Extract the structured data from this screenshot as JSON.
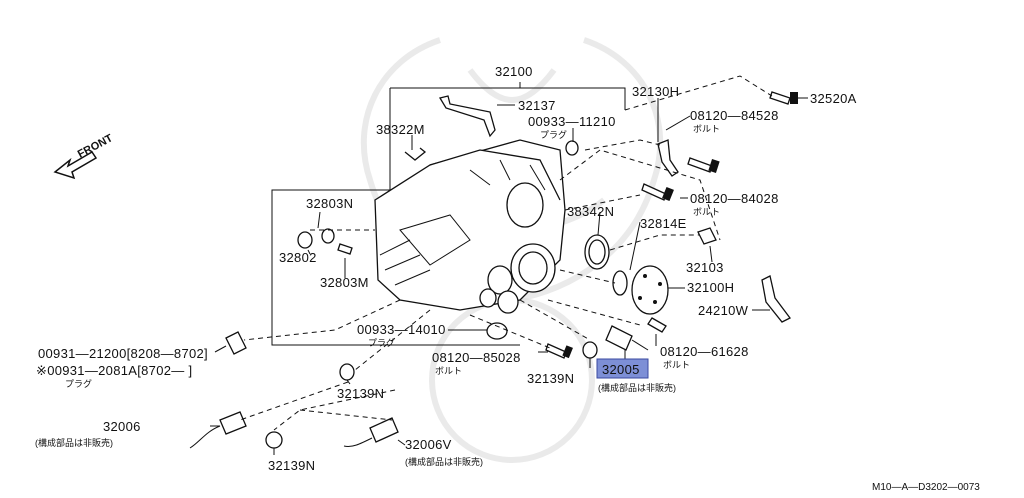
{
  "front_label": "FRONT",
  "diagram_code": "M10—A—D3202—0073",
  "labels": {
    "p32100": "32100",
    "p32137": "32137",
    "p38322M": "38322M",
    "p00933_11210": "00933—11210",
    "p00933_11210_sub": "プラグ",
    "p32130H": "32130H",
    "p08120_84528": "08120—84528",
    "p08120_84528_sub": "ボルト",
    "p32520A": "32520A",
    "p08120_84028": "08120—84028",
    "p08120_84028_sub": "ボルト",
    "p38342N": "38342N",
    "p32814E": "32814E",
    "p32103": "32103",
    "p32803N_top": "32803N",
    "p32802": "32802",
    "p32803M": "32803M",
    "p32100H": "32100H",
    "p24210W": "24210W",
    "p00933_14010": "00933—14010",
    "p00933_14010_sub": "プラグ",
    "p08120_85028": "08120—85028",
    "p08120_85028_sub": "ボルト",
    "p08120_61628": "08120—61628",
    "p08120_61628_sub": "ボルト",
    "p32139N_right": "32139N",
    "p32005": "32005",
    "p32005_sub": "(構成部品は非販売)",
    "p00931_21200": "00931—21200[8208—8702]",
    "p00931_2081A": "※00931—2081A[8702—      ]",
    "p00931_2081A_sub": "プラグ",
    "p32139N_mid": "32139N",
    "p32006": "32006",
    "p32006_sub": "(構成部品は非販売)",
    "p32006V": "32006V",
    "p32006V_sub": "(構成部品は非販売)",
    "p32139N_bottom": "32139N"
  },
  "colors": {
    "highlight": "#7d8fd6",
    "line": "#111111"
  }
}
